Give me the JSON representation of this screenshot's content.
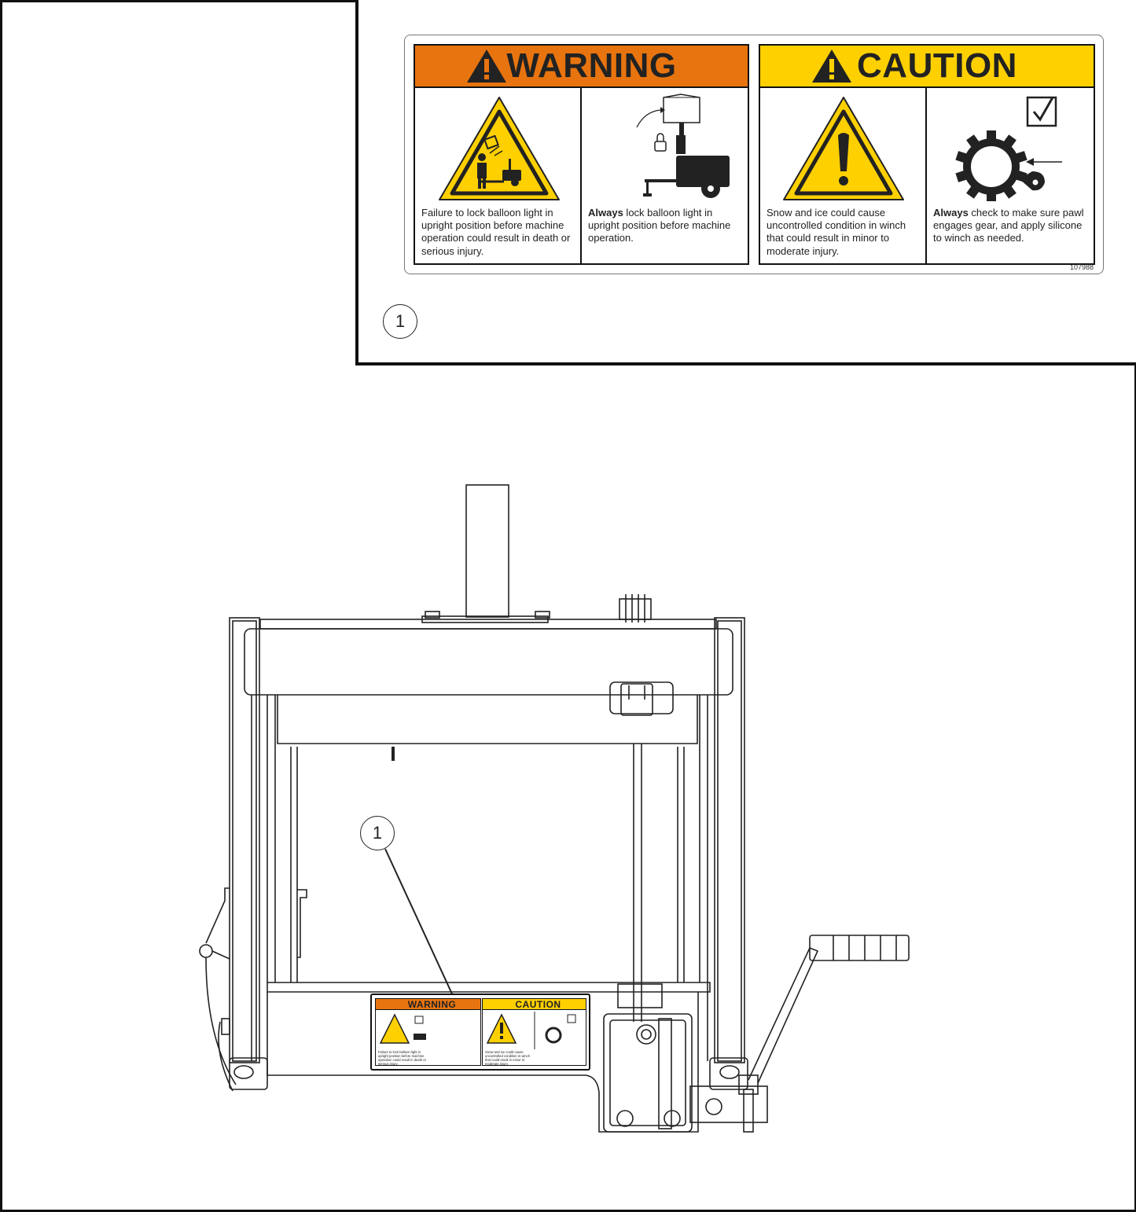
{
  "decal": {
    "warning": {
      "header": "WARNING",
      "color": "#E8740F",
      "left_panel": {
        "icon": "crush-hazard-triangle-icon",
        "text": "Failure to lock balloon light in upright position before machine operation could result in death or serious injury."
      },
      "right_panel": {
        "icon": "locked-balloon-light-trailer-icon",
        "bold": "Always",
        "text": " lock balloon light in upright position before machine operation."
      }
    },
    "caution": {
      "header": "CAUTION",
      "color": "#FFD000",
      "left_panel": {
        "icon": "exclamation-triangle-icon",
        "text": "Snow and ice could cause uncontrolled condition in winch that could result in minor to moderate injury."
      },
      "right_panel": {
        "icon": "gear-pawl-icon",
        "bold": "Always",
        "text": " check to make sure pawl engages gear, and apply silicone to winch as needed."
      }
    },
    "part_number": "107988"
  },
  "callouts": [
    {
      "label": "1"
    },
    {
      "label": "1"
    }
  ]
}
